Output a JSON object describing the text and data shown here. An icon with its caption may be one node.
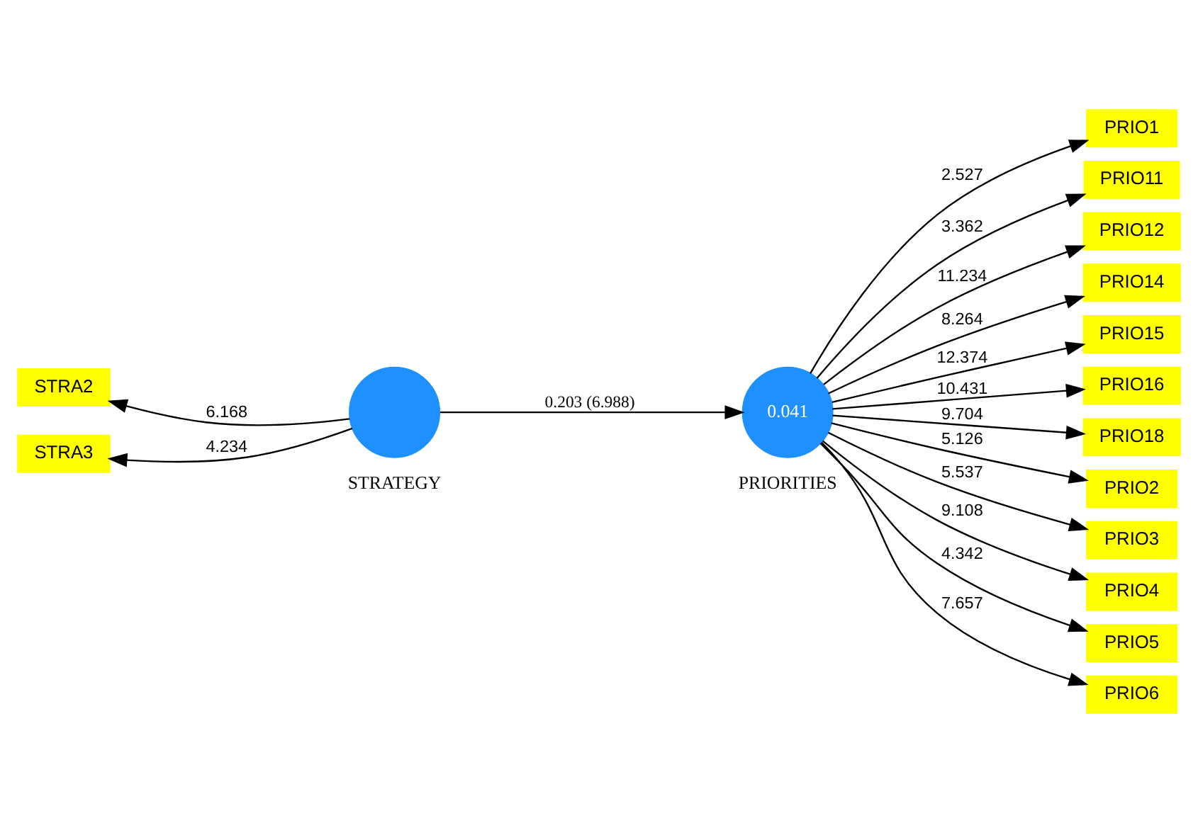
{
  "diagram": {
    "nodes": [
      {
        "text": [],
        "shape": "circle",
        "beside": [
          "STRATEGY"
        ]
      },
      {
        "text": [
          "0.041"
        ],
        "beside": [
          "PRIORITIES"
        ]
      },
      {
        "text": [
          "STRA2"
        ]
      },
      {
        "text": [
          "STRA3"
        ]
      },
      {
        "text": [
          "PRIO1"
        ]
      },
      {
        "text": [
          "PRIO11"
        ]
      },
      {
        "text": [
          "PRIO12"
        ]
      },
      {
        "text": [
          "PRIO14"
        ]
      },
      {
        "text": [
          "PRIO15"
        ]
      },
      {
        "text": [
          "PRIO16"
        ]
      },
      {
        "text": [
          "PRIO18"
        ]
      },
      {
        "text": [
          "PRIO2"
        ]
      },
      {
        "text": [
          "PRIO3"
        ]
      },
      {
        "text": [
          "PRIO4"
        ]
      },
      {
        "text": [
          "PRIO5"
        ]
      },
      {
        "text": [
          "PRIO6"
        ]
      }
    ],
    "edges": [
      {
        "from": 0,
        "to": 2,
        "arrow": "to",
        "label": "6.168"
      },
      {
        "from": 0,
        "to": 3,
        "arrow": "to",
        "label": "4.234"
      },
      {
        "from": 0,
        "to": 1,
        "arrow": "to",
        "label": "0.203 (6.988)"
      },
      {
        "from": 1,
        "to": 4,
        "arrow": "to",
        "label": "2.527"
      },
      {
        "from": 1,
        "to": 5,
        "arrow": "to",
        "label": "3.362"
      },
      {
        "from": 1,
        "to": 6,
        "arrow": "to",
        "label": "11.234"
      },
      {
        "from": 1,
        "to": 7,
        "arrow": "to",
        "label": "8.264"
      },
      {
        "from": 1,
        "to": 8,
        "arrow": "to",
        "label": "12.374"
      },
      {
        "from": 1,
        "to": 9,
        "arrow": "to",
        "label": "10.431"
      },
      {
        "from": 1,
        "to": 10,
        "arrow": "to",
        "label": "9.704"
      },
      {
        "from": 1,
        "to": 11,
        "arrow": "to",
        "label": "5.126"
      },
      {
        "from": 1,
        "to": 12,
        "arrow": "to",
        "label": "5.537"
      },
      {
        "from": 1,
        "to": 13,
        "arrow": "to",
        "label": "9.108"
      },
      {
        "from": 1,
        "to": 14,
        "arrow": "to",
        "label": "4.342"
      },
      {
        "from": 1,
        "to": 15,
        "arrow": "to",
        "label": "7.657"
      }
    ]
  }
}
